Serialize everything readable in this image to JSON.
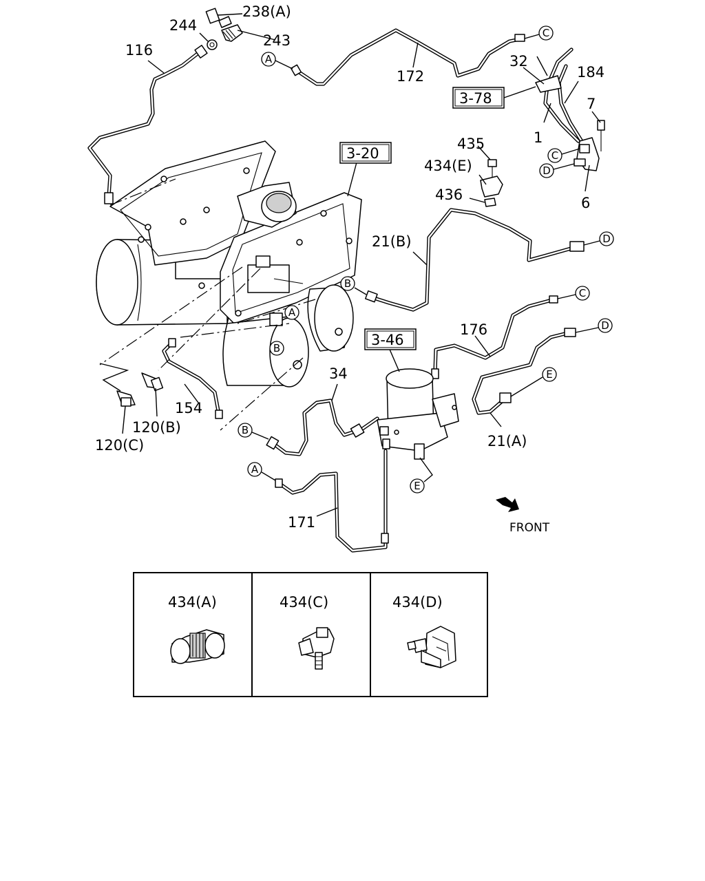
{
  "labels": {
    "p238a": "238(A)",
    "p244": "244",
    "p243": "243",
    "p116": "116",
    "p172": "172",
    "p32": "32",
    "p184": "184",
    "p7": "7",
    "p1": "1",
    "p6": "6",
    "p435": "435",
    "p434e": "434(E)",
    "p436": "436",
    "p21b": "21(B)",
    "p176": "176",
    "p34": "34",
    "p154": "154",
    "p120b": "120(B)",
    "p120c": "120(C)",
    "p21a": "21(A)",
    "p171": "171"
  },
  "references": {
    "r378": "3-78",
    "r320": "3-20",
    "r346": "3-46"
  },
  "connectors": {
    "A": "A",
    "B": "B",
    "C": "C",
    "D": "D",
    "E": "E"
  },
  "front": "FRONT",
  "detail_panels": [
    {
      "label": "434(A)"
    },
    {
      "label": "434(C)"
    },
    {
      "label": "434(D)"
    }
  ]
}
